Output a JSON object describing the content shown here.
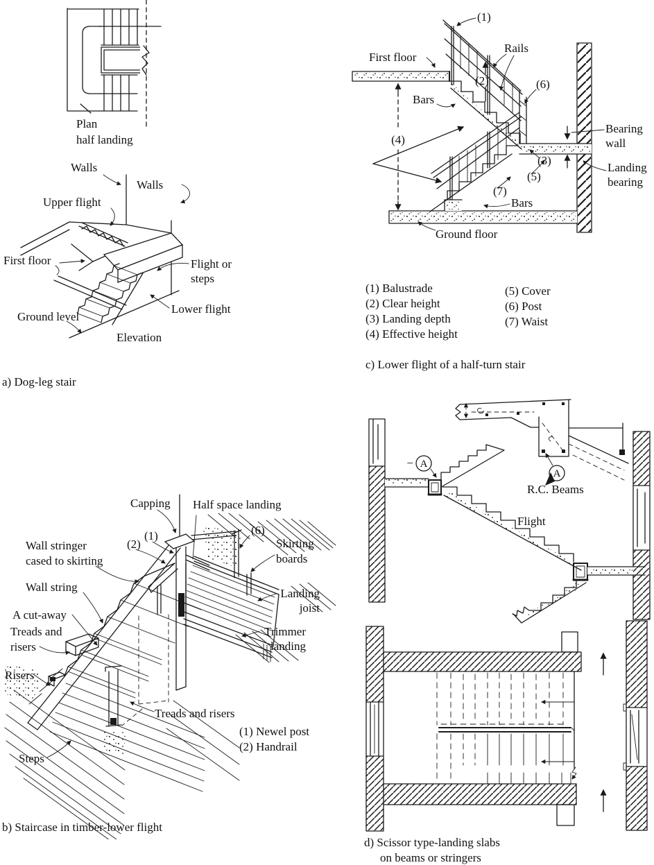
{
  "panel_a": {
    "caption": "a) Dog-leg stair",
    "plan": {
      "title_line1": "Plan",
      "title_line2": "half landing"
    },
    "labels": {
      "walls_left": "Walls",
      "walls_right": "Walls",
      "upper_flight": "Upper flight",
      "first_floor": "First floor",
      "flight_or_steps_line1": "Flight or",
      "flight_or_steps_line2": "steps",
      "lower_flight": "Lower flight",
      "ground_level": "Ground level",
      "elevation": "Elevation"
    }
  },
  "panel_b": {
    "caption": "b) Staircase in timber-lower flight",
    "labels": {
      "capping": "Capping",
      "half_space_landing": "Half space landing",
      "wall_stringer_line1": "Wall stringer",
      "wall_stringer_line2": "cased to skirting",
      "ref_2": "(2)",
      "ref_1": "(1)",
      "ref_6": "(6)",
      "skirting_line1": "Skirting",
      "skirting_line2": "boards",
      "wall_string": "Wall string",
      "landing_joist_line1": "Landing",
      "landing_joist_line2": "joist",
      "a_cut_away": "A cut-away",
      "treads_line1": "Treads and",
      "treads_line2": "risers",
      "trimmer_line1": "Trimmer",
      "trimmer_line2": "landing",
      "risers": "Risers",
      "treads_and_risers": "Treads and risers",
      "steps": "Steps"
    },
    "legend": [
      "(1) Newel post",
      "(2) Handrail"
    ]
  },
  "panel_c": {
    "caption": "c) Lower flight of a half-turn stair",
    "labels": {
      "ref_1": "(1)",
      "rails": "Rails",
      "first_floor": "First floor",
      "bars_upper": "Bars",
      "ref_2": "(2)",
      "ref_6": "(6)",
      "ref_4": "(4)",
      "ref_3": "(3)",
      "ref_5": "(5)",
      "ref_7": "(7)",
      "bars_lower": "Bars",
      "ground_floor": "Ground floor",
      "bearing_wall_line1": "Bearing",
      "bearing_wall_line2": "wall",
      "landing_bearing_line1": "Landing",
      "landing_bearing_line2": "bearing"
    },
    "legend_col1": [
      "(1) Balustrade",
      "(2) Clear height",
      "(3) Landing depth",
      "(4) Effective height"
    ],
    "legend_col2": [
      "(5) Cover",
      "(6) Post",
      "(7) Waist"
    ]
  },
  "panel_d": {
    "caption_line1": "d) Scissor type-landing slabs",
    "caption_line2": "on beams or stringers",
    "labels": {
      "section_marker_left_prefix": "−",
      "section_marker_left": "A",
      "section_marker_right": "A",
      "rc_beams": "R.C. Beams",
      "flight": "Flight"
    }
  }
}
